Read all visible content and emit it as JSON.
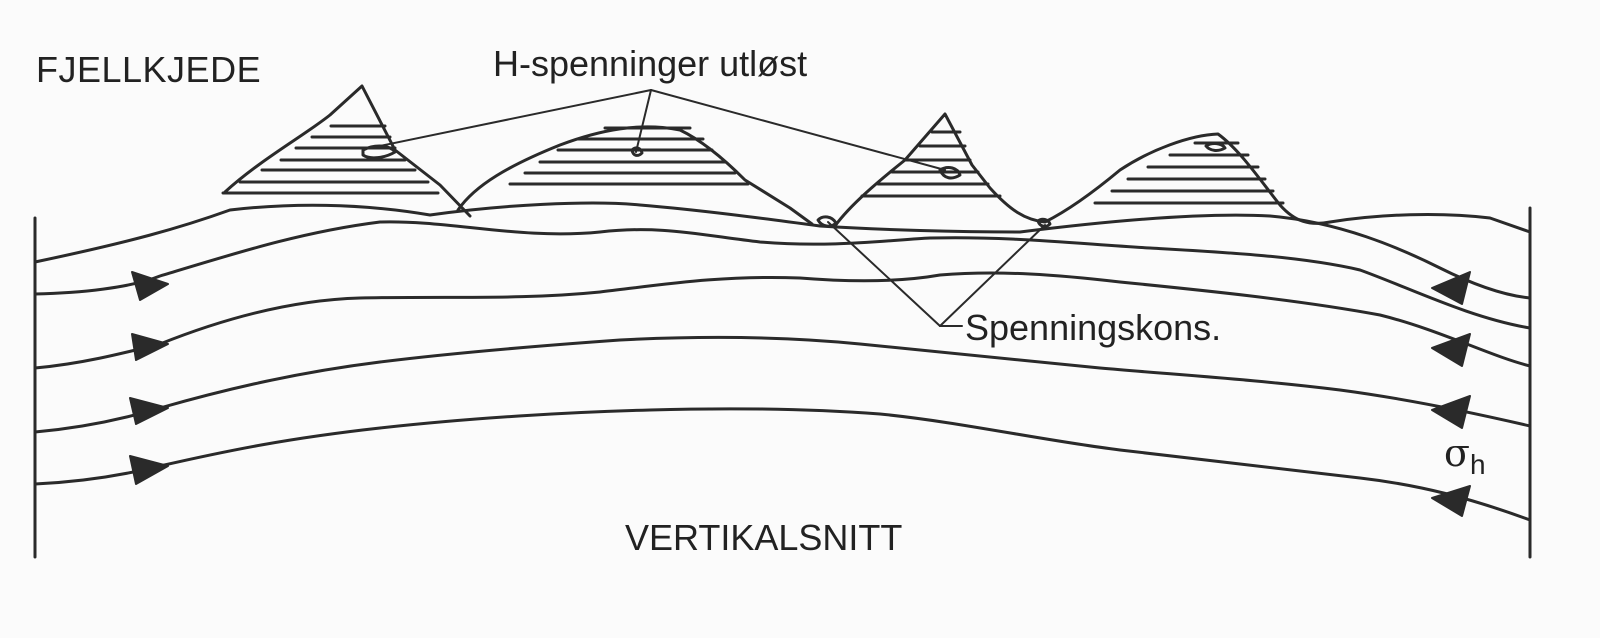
{
  "title": "FJELLKJEDE",
  "h_label": "H-spenninger utløst",
  "s_label": "Spenningskons.",
  "v_label": "VERTIKALSNITT",
  "sigma_symbol": "σ",
  "sigma_subscript": "h",
  "colors": {
    "ink": "#2a2a2a",
    "paper": "#fbfbfb"
  }
}
